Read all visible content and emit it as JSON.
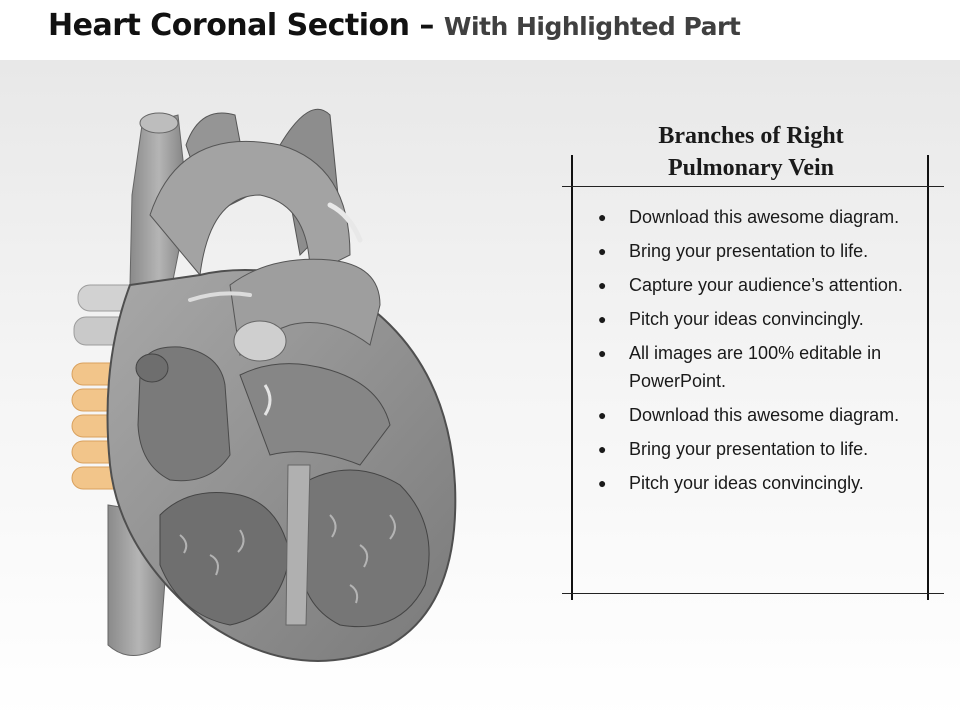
{
  "header": {
    "title": "Heart Coronal Section –",
    "subtitle": "With Highlighted Part"
  },
  "diagram": {
    "icon": "heart-coronal-section-icon",
    "colors": {
      "tissue": "#8f8f8f",
      "tissue_light": "#c2c2c2",
      "tissue_dark": "#5e5e5e",
      "highlight": "#f2c58a"
    }
  },
  "panel": {
    "title_line1": "Branches of Right",
    "title_line2": "Pulmonary Vein",
    "bullets": [
      "Download this awesome diagram.",
      "Bring your presentation to life.",
      "Capture your audience’s attention.",
      "Pitch your ideas convincingly.",
      "All images are 100% editable in PowerPoint.",
      "Download this awesome diagram.",
      "Bring your presentation to life.",
      "Pitch your ideas convincingly."
    ]
  }
}
